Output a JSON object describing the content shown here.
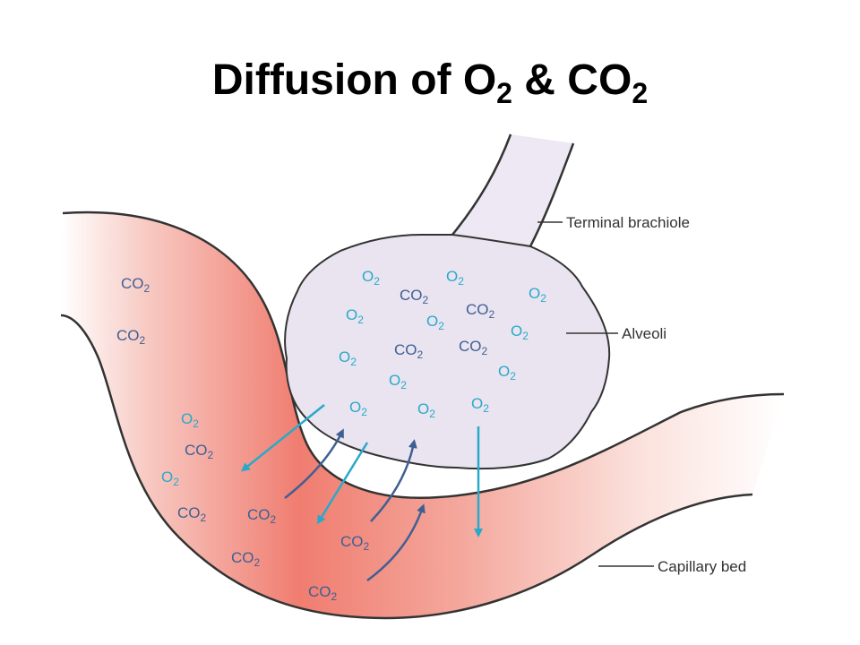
{
  "title": {
    "main": "Diffusion of O",
    "sub1": "2",
    "mid": " & CO",
    "sub2": "2"
  },
  "labels": {
    "terminal": "Terminal brachiole",
    "alveoli": "Alveoli",
    "capillary": "Capillary bed"
  },
  "molecules": {
    "co2": "CO",
    "o2": "O",
    "sub": "2"
  },
  "colors": {
    "o2": "#29a9c9",
    "co2": "#3f5f93",
    "alveolus_fill": "#e9e4f0",
    "capillary_fill": "#f28c80"
  }
}
